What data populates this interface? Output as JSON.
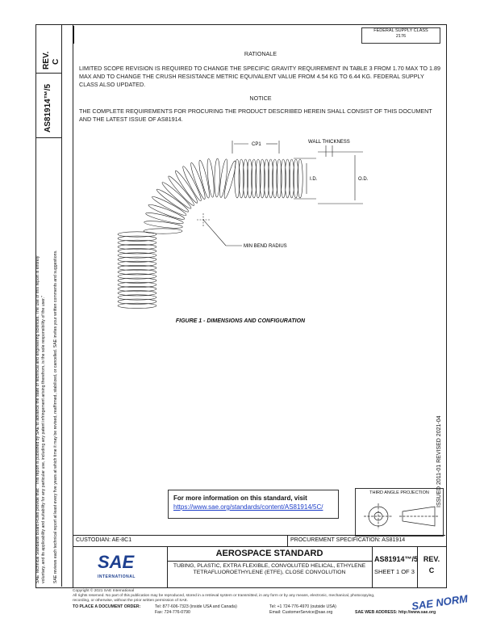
{
  "rev_box": {
    "rev_label": "REV.",
    "rev_value": "C"
  },
  "side_number": "AS81914™/5",
  "fed_box": {
    "line1": "FEDERAL SUPPLY CLASS",
    "line2": "2176"
  },
  "rationale": {
    "heading": "RATIONALE",
    "text": "LIMITED SCOPE REVISION IS REQUIRED TO CHANGE THE SPECIFIC GRAVITY REQUIREMENT IN TABLE 3 FROM 1.70 MAX TO 1.89 MAX AND TO CHANGE THE CRUSH RESISTANCE METRIC EQUIVALENT VALUE FROM 4.54 KG TO 6.44 KG. FEDERAL SUPPLY CLASS ALSO UPDATED."
  },
  "notice": {
    "heading": "NOTICE",
    "text": "THE COMPLETE REQUIREMENTS FOR PROCURING THE PRODUCT DESCRIBED HEREIN SHALL CONSIST OF THIS DOCUMENT AND THE LATEST ISSUE OF AS81914."
  },
  "figure": {
    "labels": {
      "cp": "CP1",
      "wall": "WALL THICKNESS",
      "id": "I.D.",
      "od": "O.D.",
      "bend": "MIN BEND RADIUS"
    },
    "caption": "FIGURE 1 - DIMENSIONS AND CONFIGURATION"
  },
  "left_margin_text": {
    "line1": "SAE Technical Standards Board Rules provide that: \"This report is published by SAE to advance the state of technical and engineering sciences. The use of this report is entirely",
    "line2": "voluntary, and its applicability and suitability for any particular use, including any patent infringement arising therefrom, is the sole responsibility of the user.\"",
    "line3": "SAE reviews each technical report at least every five years at which time it may be revised, reaffirmed, stabilized, or cancelled. SAE invites your written comments and suggestions."
  },
  "right_margin_text": {
    "dates": "ISSUED 2011-01    REVISED 2021-04"
  },
  "info_box": {
    "title": "For more information on this standard, visit",
    "link": "https://www.sae.org/standards/content/AS81914/5C/"
  },
  "third_angle": {
    "label": "THIRD ANGLE PROJECTION"
  },
  "custodian": "CUSTODIAN: AE-8C1",
  "procurement": "PROCUREMENT SPECIFICATION: AS81914",
  "title_block": {
    "logo_text": "SAE",
    "logo_sub": "INTERNATIONAL",
    "heading": "AEROSPACE STANDARD",
    "description": "TUBING, PLASTIC, EXTRA FLEXIBLE, CONVOLUTED HELICAL, ETHYLENE TETRAFLUOROETHYLENE (ETFE), CLOSE CONVOLUTION",
    "number": "AS81914™/5",
    "sheet": "SHEET 1 OF 3",
    "rev_label": "REV.",
    "rev_value": "C"
  },
  "copyright": {
    "line1": "Copyright © 2021 SAE International",
    "line2": "All rights reserved. No part of this publication may be reproduced, stored in a retrieval system or transmitted, in any form or by any means, electronic, mechanical, photocopying,",
    "line3": "recording, or otherwise, without the prior written permission of SAE."
  },
  "order": {
    "label": "TO PLACE A DOCUMENT ORDER:",
    "tel": "Tel: 877-606-7323 (inside USA and Canada)",
    "fax": "Fax: 724-776-0790",
    "tel2": "Tel: +1 724-776-4970 (outside USA)",
    "email": "Email: CustomerService@sae.org",
    "web": "SAE WEB ADDRESS: http://www.sae.org"
  },
  "watermark": {
    "text": "SAE NORM"
  },
  "colors": {
    "link": "#1a3cc8",
    "watermark": "#2a4fa6",
    "ink": "#111111"
  }
}
